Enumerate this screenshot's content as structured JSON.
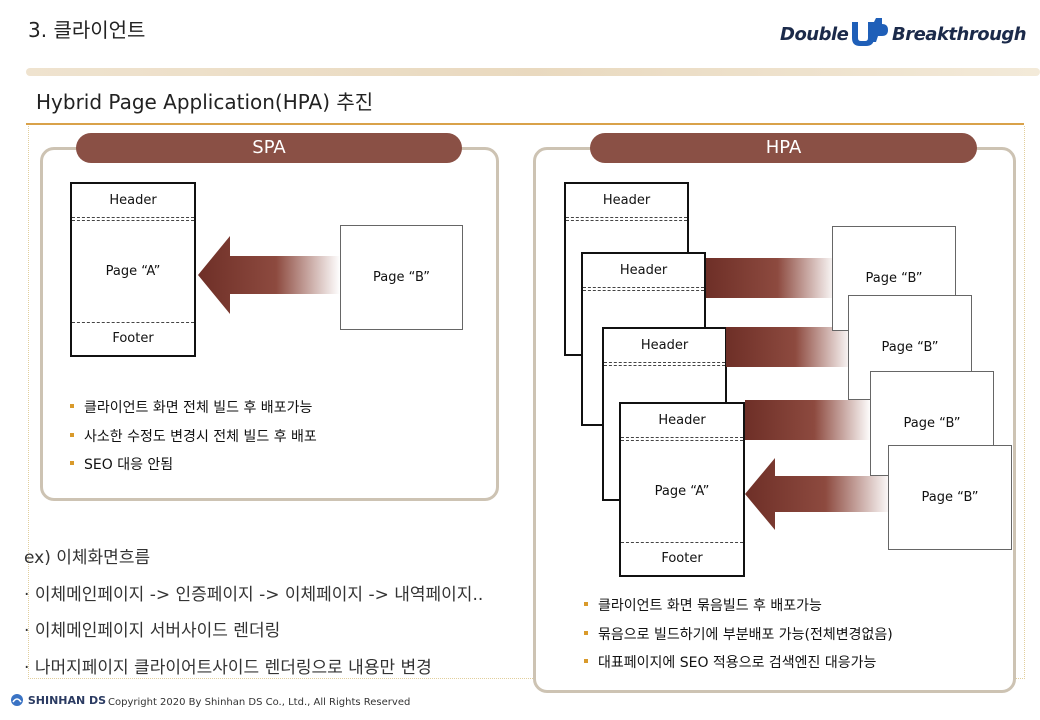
{
  "header": {
    "section_title": "3. 클라이언트",
    "logo": {
      "word_left": "Double",
      "word_mark": "UP",
      "word_right": "Breakthrough"
    },
    "page_title": "Hybrid Page Application(HPA) 추진"
  },
  "spa": {
    "label": "SPA",
    "page_a": {
      "header": "Header",
      "body": "Page “A”",
      "footer": "Footer"
    },
    "page_b": "Page “B”",
    "bullets": [
      "클라이언트 화면 전체 빌드 후 배포가능",
      "사소한 수정도 변경시 전체 빌드 후 배포",
      "SEO 대응 안됨"
    ]
  },
  "hpa": {
    "label": "HPA",
    "stack_headers": [
      "Header",
      "Header",
      "Header",
      "Header"
    ],
    "page_a": {
      "body": "Page “A”",
      "footer": "Footer"
    },
    "page_b": [
      "Page “B”",
      "Page “B”",
      "Page “B”",
      "Page “B”"
    ],
    "bullets": [
      "클라이언트 화면 묶음빌드 후 배포가능",
      "묶음으로 빌드하기에 부분배포 가능(전체변경없음)",
      "대표페이지에 SEO 적용으로 검색엔진 대응가능"
    ]
  },
  "notes": {
    "title": "ex) 이체화면흐름",
    "items": [
      "이체메인페이지 -> 인증페이지 -> 이체페이지 -> 내역페이지..",
      "이체메인페이지 서버사이드 렌더링",
      "나머지페이지 클라이어트사이드 렌더링으로 내용만 변경"
    ]
  },
  "footer": {
    "company": "SHINHAN DS",
    "copyright": "Copyright 2020 By Shinhan DS Co., Ltd., All Rights Reserved"
  },
  "colors": {
    "pill": "#8a5045",
    "accent_rule": "#d9a24a",
    "bullet": "#d99a2b",
    "panel_border": "#cdc3b3",
    "arrow": "#7a3a30"
  }
}
